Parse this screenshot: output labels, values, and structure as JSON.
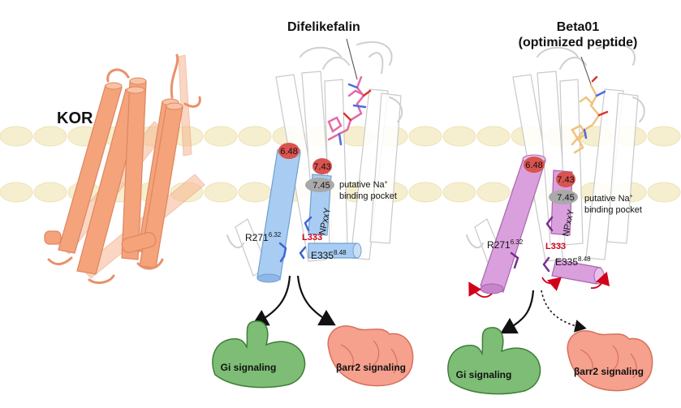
{
  "labels": {
    "kor": "KOR",
    "ligand1": "Difelikefalin",
    "ligand2_line1": "Beta01",
    "ligand2_line2": "(optimized peptide)",
    "site_648": "6.48",
    "site_743": "7.43",
    "site_745": "7.45",
    "na_pocket_line1": "putative Na",
    "na_pocket_sup": "+",
    "na_pocket_line2": "binding pocket",
    "npxxy": "NPxxY",
    "r271": "R271",
    "r271_sup": "6.32",
    "e335": "E335",
    "e335_sup": "8.48",
    "l333": "L333",
    "gi_signaling": "Gi signaling",
    "barr2_signaling": "βarr2 signaling"
  },
  "colors": {
    "kor_helix": "#f5a37a",
    "blue_helix": "#a9cdf2",
    "purple_helix": "#d9a0dd",
    "site_red": "#d9534f",
    "pocket_gray": "#a9a9a9",
    "membrane": "#f6efcf",
    "gi_green": "#7dbd75",
    "barr2_salmon": "#f6a08e",
    "l333_red": "#d0021b"
  }
}
